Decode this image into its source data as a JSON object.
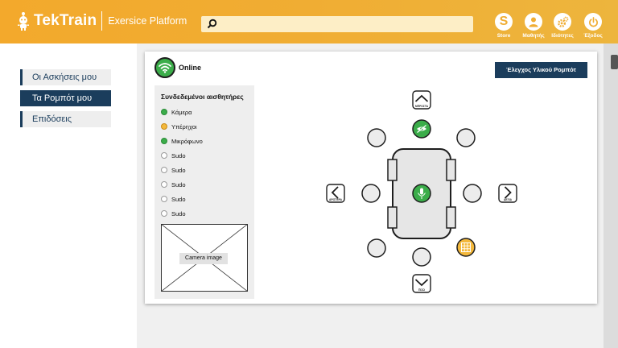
{
  "header": {
    "brand": "TekTrain",
    "platform": "Exersice Platform",
    "search_placeholder": "",
    "buttons": [
      {
        "label": "Store",
        "icon": "store-icon"
      },
      {
        "label": "Μαθητής",
        "icon": "user-icon"
      },
      {
        "label": "Ιδιότητες",
        "icon": "settings-icon"
      },
      {
        "label": "Έξοδος",
        "icon": "power-icon"
      }
    ]
  },
  "sidebar": {
    "items": [
      {
        "label": "Οι Ασκήσεις μου",
        "active": false
      },
      {
        "label": "Τα Ρομπότ μου",
        "active": true
      },
      {
        "label": "Επιδόσεις",
        "active": false
      }
    ]
  },
  "main": {
    "status": "Online",
    "control_button": "Έλεγχος Υλικού Ρομπότ",
    "sensors_title": "Συνδεδεμένοι αισθητήρες",
    "sensors": [
      {
        "label": "Κάμερα",
        "state": "green"
      },
      {
        "label": "Υπέρηχοι",
        "state": "yellow"
      },
      {
        "label": "Μικρόφωνο",
        "state": "green"
      },
      {
        "label": "Sudo",
        "state": "off"
      },
      {
        "label": "Sudo",
        "state": "off"
      },
      {
        "label": "Sudo",
        "state": "off"
      },
      {
        "label": "Sudo",
        "state": "off"
      },
      {
        "label": "Sudo",
        "state": "off"
      }
    ],
    "camera_label": "Camera image",
    "controls": {
      "forward": "ΜΠΡΟΣΤΑ",
      "back": "ΠΙΣΩ",
      "left": "ΑΡΙΣΤΕΡΑ",
      "right": "ΔΕΞΙΑ"
    }
  },
  "colors": {
    "header_orange": "#f0ad33",
    "navy": "#1b3d5c",
    "green": "#3bad4a",
    "yellow": "#f3b83c"
  }
}
